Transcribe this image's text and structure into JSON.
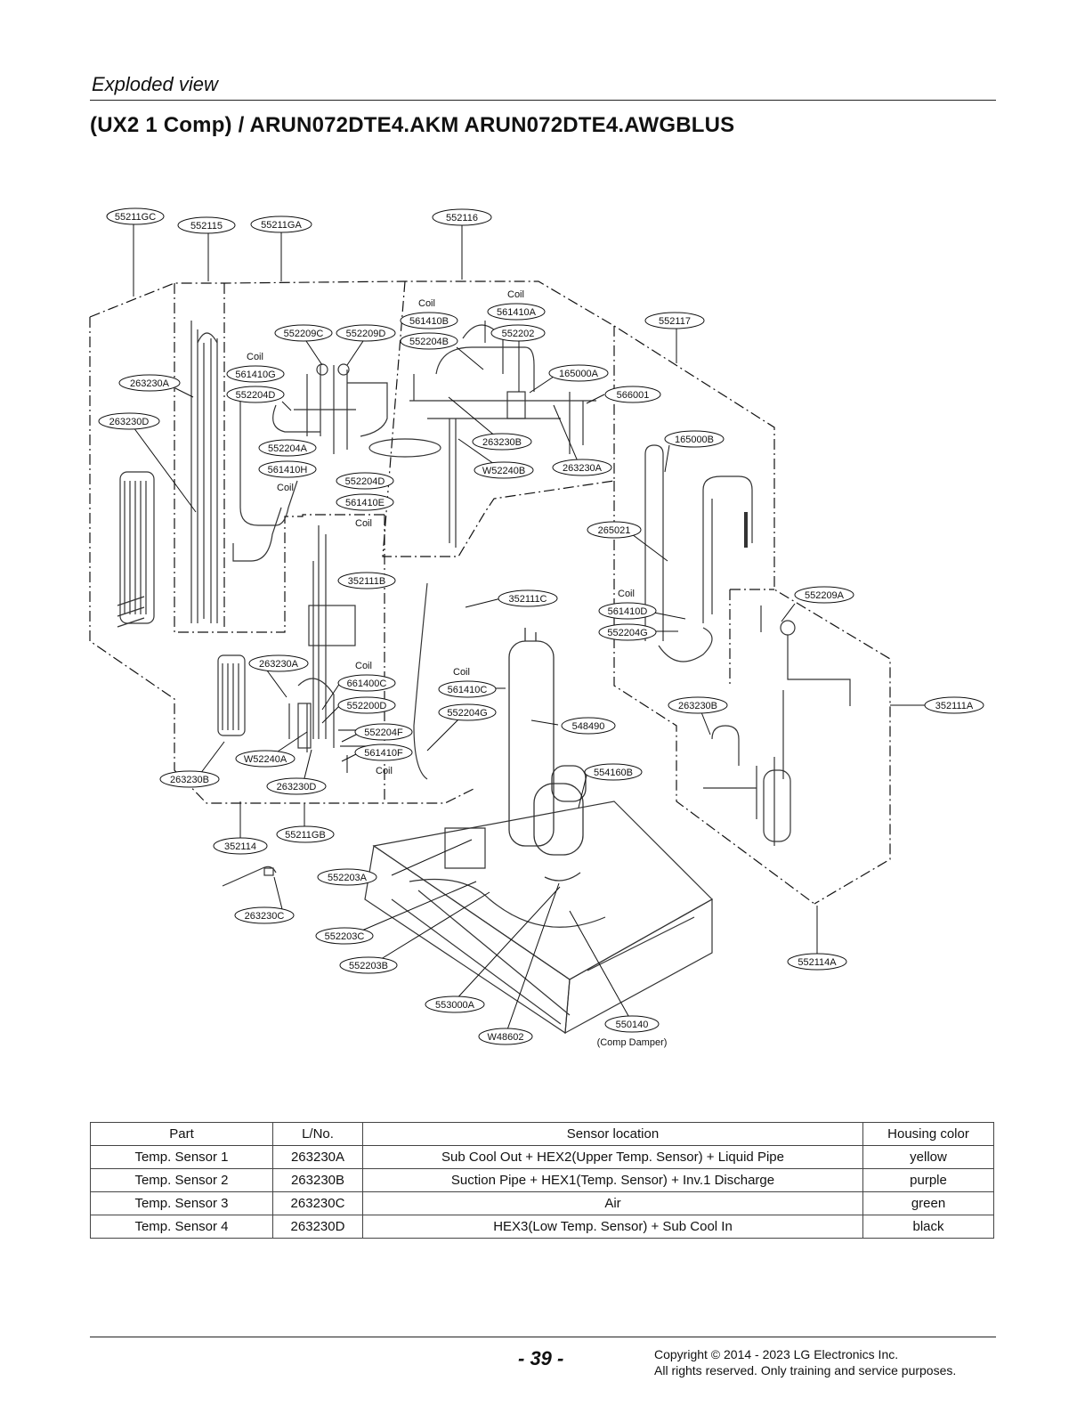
{
  "header": {
    "section": "Exploded view",
    "title": "(UX2 1 Comp) / ARUN072DTE4.AKM ARUN072DTE4.AWGBLUS"
  },
  "diagram": {
    "callouts": [
      "55211GC",
      "552115",
      "55211GA",
      "552116",
      "552117",
      "263230A",
      "263230D",
      "552209C",
      "552209D",
      "561410G",
      "552204D",
      "552204A",
      "561410H",
      "561410B",
      "552204B",
      "561410A",
      "552202",
      "165000A",
      "566001",
      "263230B",
      "W52240B",
      "263230A",
      "165000B",
      "552204D",
      "561410E",
      "352111B",
      "265021",
      "352111C",
      "561410D",
      "552204G",
      "552209A",
      "263230A",
      "661400C",
      "552200D",
      "552204F",
      "561410F",
      "W52240A",
      "263230B",
      "263230D",
      "561410C",
      "552204G",
      "548490",
      "554160B",
      "263230B",
      "352111A",
      "352114",
      "55211GB",
      "552203A",
      "263230C",
      "552203C",
      "552203B",
      "553000A",
      "W48602",
      "550140",
      "552114A"
    ],
    "coil_label": "Coil",
    "comp_damper": "(Comp Damper)"
  },
  "table": {
    "headers": [
      "Part",
      "L/No.",
      "Sensor location",
      "Housing color"
    ],
    "rows": [
      [
        "Temp. Sensor 1",
        "263230A",
        "Sub Cool Out + HEX2(Upper Temp. Sensor) + Liquid Pipe",
        "yellow"
      ],
      [
        "Temp. Sensor 2",
        "263230B",
        "Suction Pipe + HEX1(Temp. Sensor) + Inv.1  Discharge",
        "purple"
      ],
      [
        "Temp. Sensor 3",
        "263230C",
        "Air",
        "green"
      ],
      [
        "Temp. Sensor 4",
        "263230D",
        "HEX3(Low Temp. Sensor) + Sub Cool In",
        "black"
      ]
    ]
  },
  "footer": {
    "page_number": "- 39 -",
    "copyright_line1": "Copyright © 2014 - 2023 LG Electronics Inc.",
    "copyright_line2": "All rights reserved. Only training and service purposes."
  }
}
